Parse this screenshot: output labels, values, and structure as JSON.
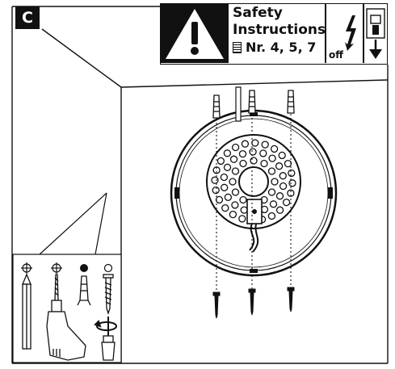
{
  "step": {
    "label": "C"
  },
  "safety": {
    "line1": "Safety",
    "line2": "Instructions",
    "refs": "Nr. 4, 5, 7",
    "off": "off"
  },
  "icons": {
    "warning": "warning-triangle-icon",
    "document": "document-icon",
    "voltage": "lightning-bolt-icon",
    "switch": "circuit-breaker-icon"
  }
}
